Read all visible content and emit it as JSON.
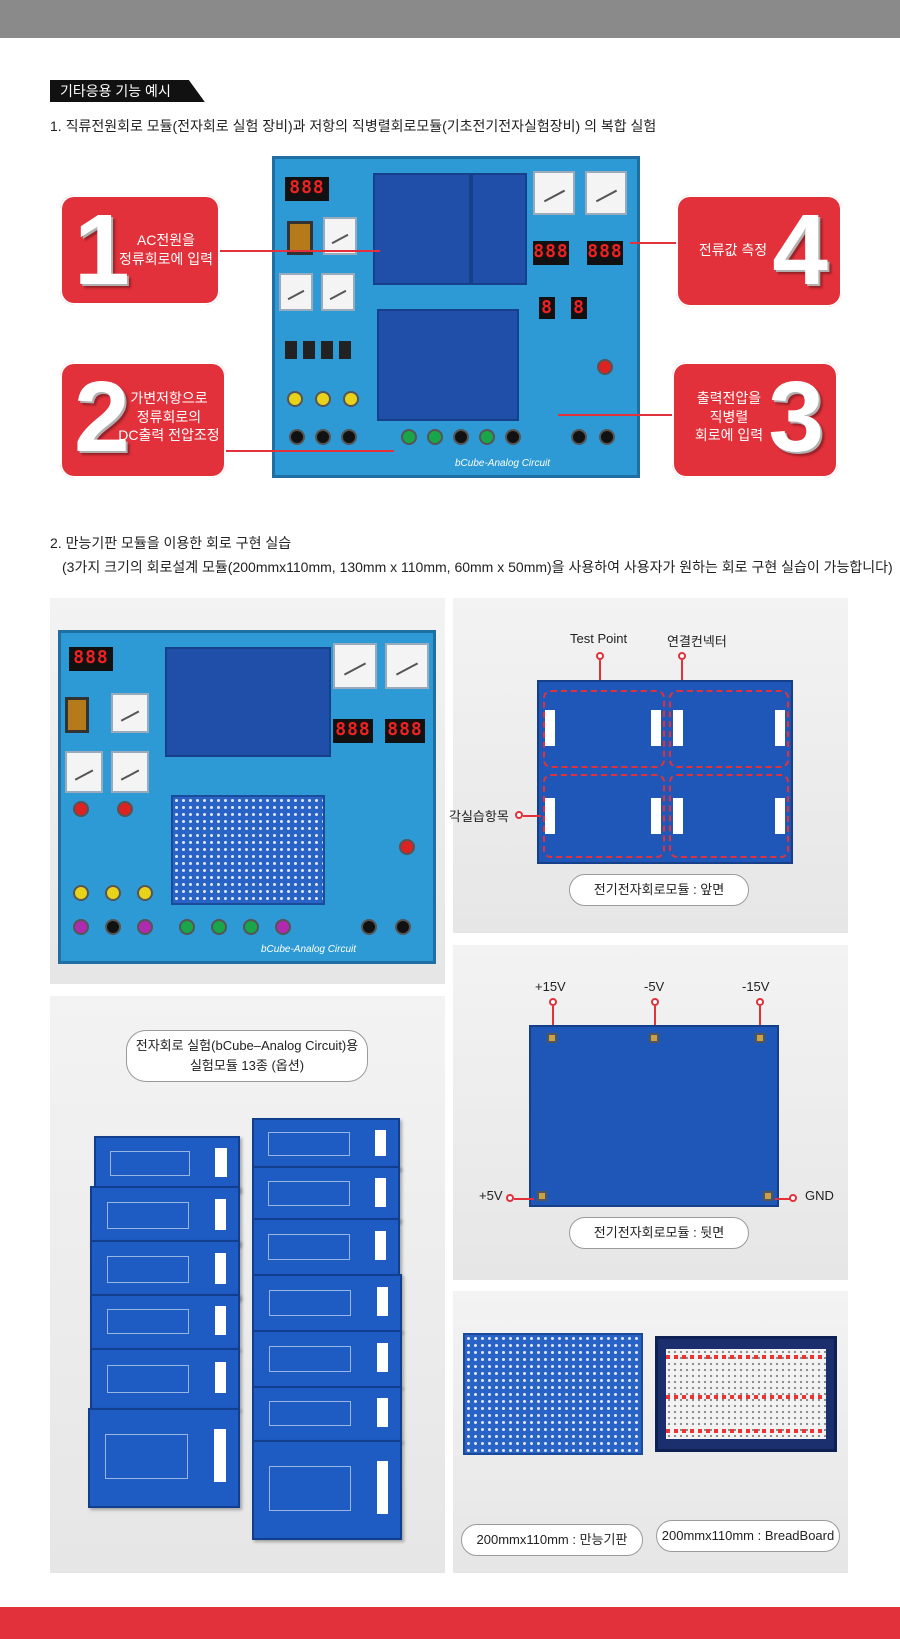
{
  "section_tag": "기타응용 기능 예시",
  "section1": {
    "heading": "1. 직류전원회로 모듈(전자회로 실험 장비)과 저항의 직병렬회로모듈(기초전기전자실험장비) 의 복합 실험",
    "board_label": "bCube-Analog Circuit",
    "callouts": [
      {
        "number": "1",
        "text": "AC전원을\n정류회로에 입력"
      },
      {
        "number": "2",
        "text": "가변저항으로\n정류회로의\nDC출력 전압조정"
      },
      {
        "number": "3",
        "text": "출력전압을\n직병렬\n회로에 입력"
      },
      {
        "number": "4",
        "text": "전류값 측정"
      }
    ]
  },
  "section2": {
    "heading": "2. 만능기판 모듈을 이용한 회로 구현 실습",
    "subheading": "(3가지 크기의 회로설계 모듈(200mmx110mm, 130mm x 110mm, 60mm x 50mm)을 사용하여 사용자가 원하는 회로 구현 실습이 가능합니다)",
    "board_label": "bCube-Analog Circuit",
    "front": {
      "label_test_point": "Test Point",
      "label_connector": "연결컨넥터",
      "label_items": "각실습항목",
      "caption": "전기전자회로모듈 : 앞면"
    },
    "back": {
      "label_p15": "+15V",
      "label_m5": "-5V",
      "label_m15": "-15V",
      "label_p5": "+5V",
      "label_gnd": "GND",
      "caption": "전기전자회로모듈 : 뒷면"
    },
    "modules": {
      "caption": "전자회로 실험(bCube–Analog Circuit)용\n실험모듈 13종 (옵션)"
    },
    "boards": {
      "universal_caption": "200mmx110mm : 만능기판",
      "breadboard_caption": "200mmx110mm : BreadBoard"
    }
  },
  "colors": {
    "accent_red": "#e2313a",
    "top_bar": "#8a8a8a",
    "board_blue": "#2d9ad6",
    "module_blue": "#1f4fa8"
  },
  "icons": [
    "callout-dot-icon"
  ]
}
